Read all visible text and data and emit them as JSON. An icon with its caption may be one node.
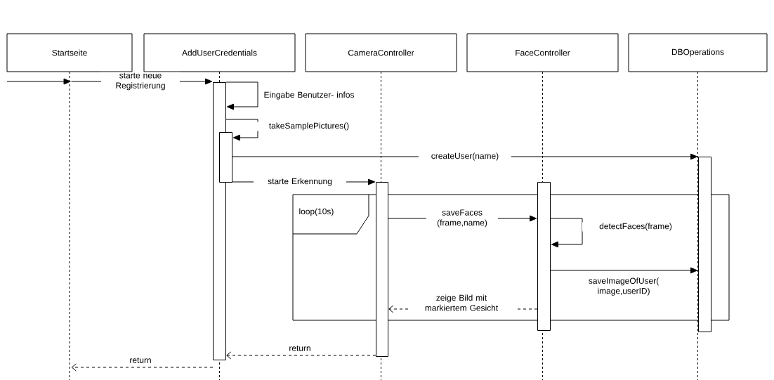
{
  "diagram": {
    "nodes": [
      {
        "text": [
          "Startseite"
        ]
      },
      {
        "text": [
          "AddUserCredentials"
        ]
      },
      {
        "text": [
          "CameraController"
        ]
      },
      {
        "text": [
          "FaceController"
        ]
      },
      {
        "text": [
          "DBOperations"
        ]
      },
      {
        "text": [],
        "shape": "bar"
      },
      {
        "text": [],
        "shape": "bar"
      },
      {
        "text": [],
        "shape": "bar"
      },
      {
        "text": [],
        "shape": "bar"
      },
      {
        "text": [],
        "shape": "bar"
      },
      {
        "text": [
          "loop(10s)"
        ]
      },
      {
        "text": [],
        "shape": "line"
      }
    ],
    "edges": [
      {
        "from": null,
        "to": 11,
        "arrow": "to"
      },
      {
        "from": 11,
        "to": 5,
        "arrow": "to",
        "label": "starte neue Registrierung"
      },
      {
        "from": 5,
        "to": 5,
        "arrow": "to",
        "label": "Eingabe Benutzer- infos"
      },
      {
        "from": 5,
        "to": 6,
        "arrow": "to",
        "label": "takeSamplePictures()"
      },
      {
        "from": 6,
        "to": 9,
        "arrow": "to",
        "label": "createUser(name)"
      },
      {
        "from": 6,
        "to": 7,
        "arrow": "to",
        "label": "starte Erkennung"
      },
      {
        "from": 7,
        "to": 8,
        "arrow": "to",
        "label": "saveFaces (frame,name)"
      },
      {
        "from": 8,
        "to": 8,
        "arrow": "to",
        "label": "detectFaces(frame)"
      },
      {
        "from": 8,
        "to": 9,
        "arrow": "to",
        "label": "saveImageOfUser( image,userID)"
      },
      {
        "from": 8,
        "to": 7,
        "arrow": "to",
        "label": "zeige Bild mit markiertem Gesicht",
        "style": "dashed"
      },
      {
        "from": 7,
        "to": 5,
        "arrow": "to",
        "label": "return",
        "style": "dashed"
      },
      {
        "from": 5,
        "to": 11,
        "arrow": "to",
        "label": "return",
        "style": "dashed"
      }
    ]
  }
}
